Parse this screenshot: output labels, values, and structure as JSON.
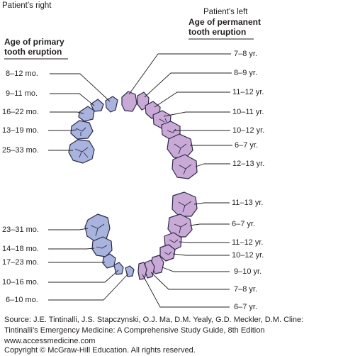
{
  "header": {
    "patients_right": "Patient’s right",
    "patients_left": "Patient’s left"
  },
  "primary_heading": {
    "line1": "Age of primary",
    "line2": "tooth eruption"
  },
  "permanent_heading": {
    "line1": "Age of permanent",
    "line2": "tooth eruption"
  },
  "upper_primary": [
    "8–12 mo.",
    "9–11 mo.",
    "16–22 mo.",
    "13–19 mo.",
    "25–33 mo."
  ],
  "upper_permanent": [
    "7–8 yr.",
    "8–9 yr.",
    "11–12 yr.",
    "10–11 yr.",
    "10–12 yr.",
    "6–7 yr.",
    "12–13 yr."
  ],
  "lower_primary": [
    "23–31 mo.",
    "14–18 mo.",
    "17–23 mo.",
    "10–16 mo.",
    "6–10 mo."
  ],
  "lower_permanent": [
    "11–13 yr.",
    "6–7 yr.",
    "11–12 yr.",
    "10–12 yr.",
    "9–10 yr.",
    "7–8 yr.",
    "6–7 yr."
  ],
  "source": {
    "line1": "Source: J.E. Tintinalli, J.S. Stapczynski, O.J. Ma, D.M. Yealy, G.D. Meckler, D.M. Cline:",
    "line2": "Tintinalli’s Emergency Medicine: A Comprehensive Study Guide, 8th Edition",
    "line3": "www.accessmedicine.com",
    "line4": "Copyright © McGraw-Hill Education.  All rights reserved."
  },
  "colors": {
    "primary_fill": "#a8b3de",
    "permanent_fill": "#c9a9d6",
    "outline": "#2d2a4a",
    "leader": "#231f20"
  }
}
